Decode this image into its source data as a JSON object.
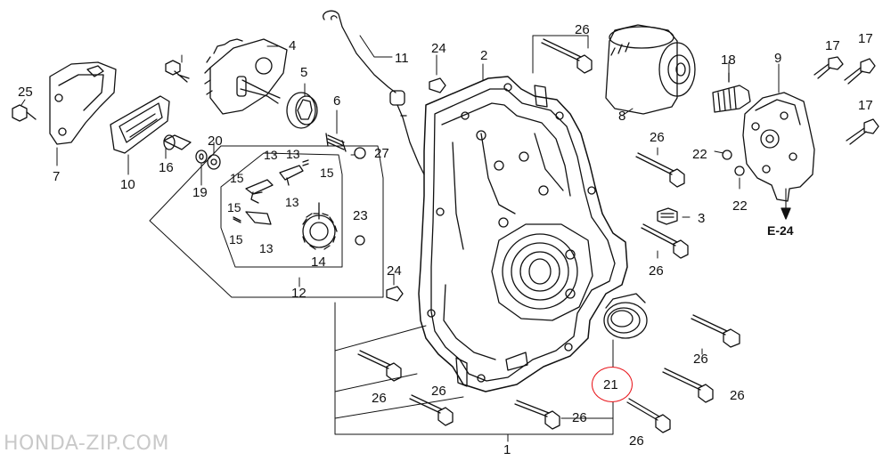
{
  "watermark": "HONDA-ZIP.COM",
  "highlight_color": "#e8161c",
  "callouts": {
    "c1": "1",
    "c2": "2",
    "c3": "3",
    "c4": "4",
    "c5": "5",
    "c6": "6",
    "c7": "7",
    "c8": "8",
    "c9": "9",
    "c10": "10",
    "c11": "11",
    "c12": "12",
    "c13a": "13",
    "c13b": "13",
    "c13c": "13",
    "c13d": "13",
    "c14": "14",
    "c15a": "15",
    "c15b": "15",
    "c15c": "15",
    "c15d": "15",
    "c16": "16",
    "c17a": "17",
    "c17b": "17",
    "c17c": "17",
    "c18": "18",
    "c19": "19",
    "c20": "20",
    "c21": "21",
    "c22a": "22",
    "c22b": "22",
    "c23": "23",
    "c24a": "24",
    "c24b": "24",
    "c25": "25",
    "c26a": "26",
    "c26b": "26",
    "c26c": "26",
    "c26d": "26",
    "c26e": "26",
    "c26f": "26",
    "c26g": "26",
    "c26h": "26",
    "c26i": "26",
    "c27": "27",
    "ref": "E-24"
  }
}
